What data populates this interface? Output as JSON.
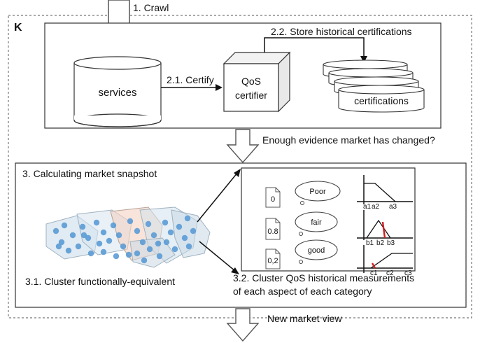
{
  "top_step": "1. Crawl",
  "k_label": "K",
  "services": "services",
  "certify": "2.1. Certify",
  "qos_line1": "QoS",
  "qos_line2": "certifier",
  "store": "2.2. Store historical certifications",
  "certifications": "certifications",
  "evidence_question": "Enough evidence market has changed?",
  "snapshot_title": "3. Calculating market snapshot",
  "cluster_functional": "3.1. Cluster functionally-equivalent",
  "cluster_qos_line1": "3.2. Cluster QoS historical measurements",
  "cluster_qos_line2": "of each aspect of each category",
  "new_market_view": "New market view",
  "docs": [
    "0",
    "0.8",
    "0,2"
  ],
  "clouds": [
    "Poor",
    "fair",
    "good"
  ],
  "plot1_ticks": [
    "a1",
    "a2",
    "a3"
  ],
  "plot2_ticks": [
    "b1",
    "b2",
    "b3"
  ],
  "plot3_ticks": [
    "c1",
    "c2",
    "c3"
  ],
  "colors": {
    "cluster_point": "#5b9bd5",
    "highlight": "#d22020"
  }
}
